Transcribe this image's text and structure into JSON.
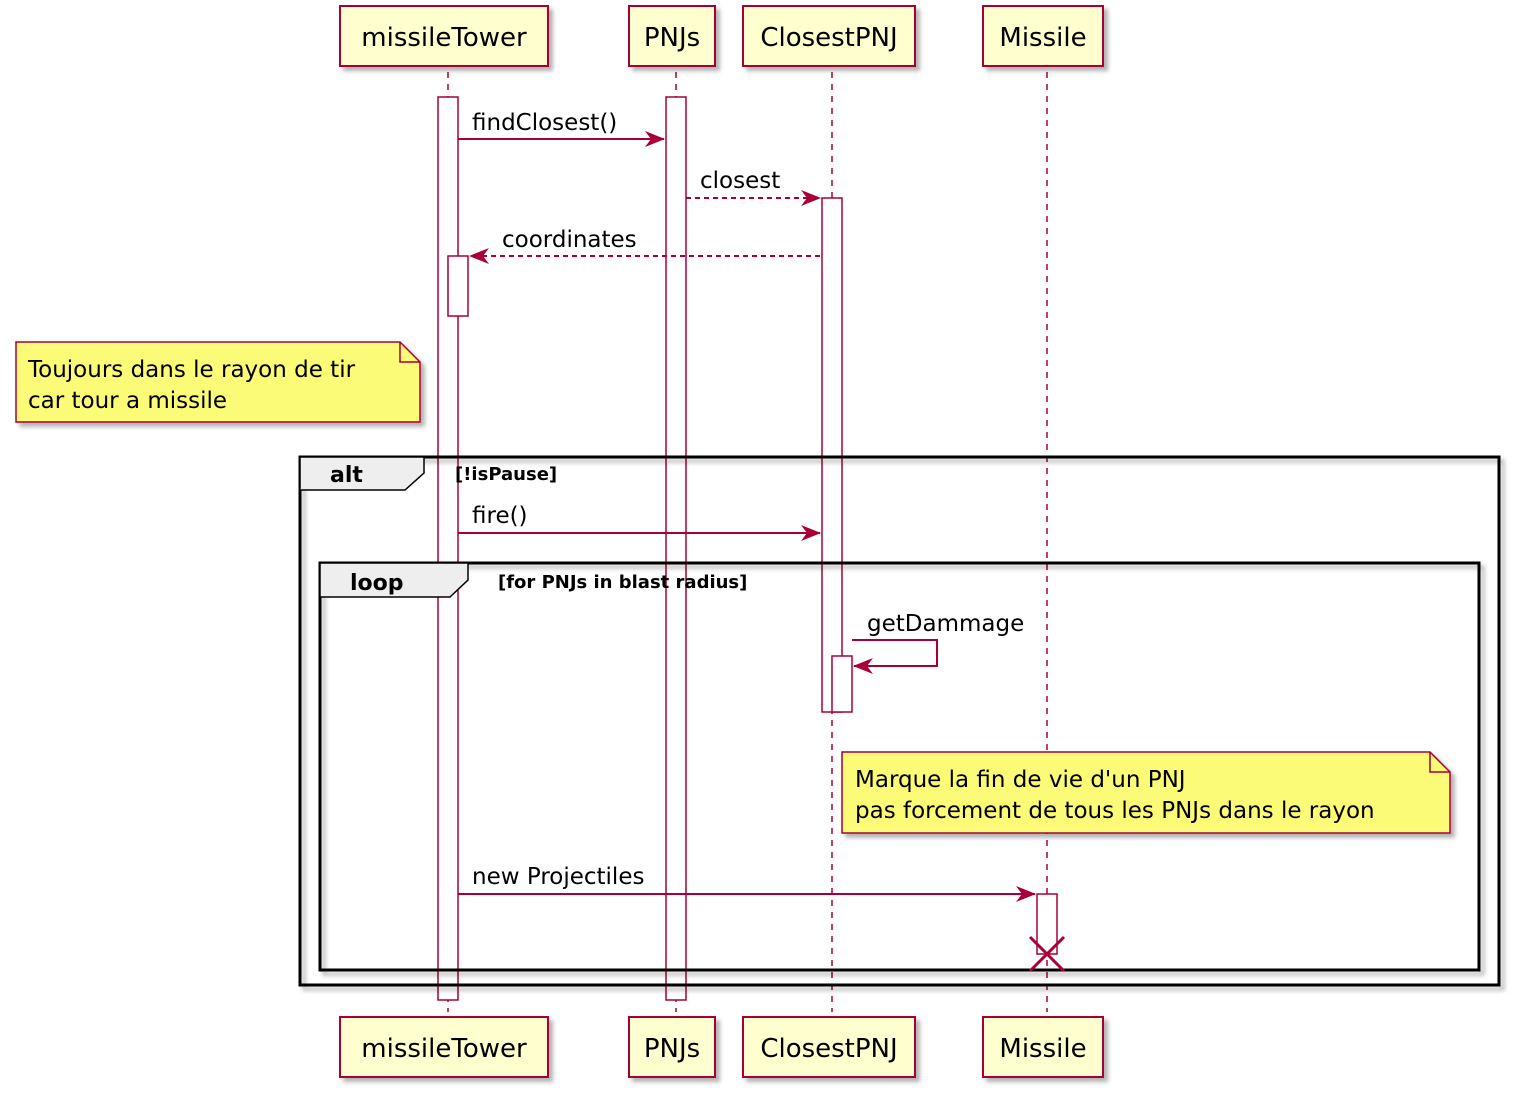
{
  "participants": {
    "missile_tower": "missileTower",
    "pnjs": "PNJs",
    "closest_pnj": "ClosestPNJ",
    "missile": "Missile"
  },
  "messages": {
    "find_closest": "findClosest()",
    "closest": "closest",
    "coordinates": "coordinates",
    "fire": "fire()",
    "get_dammage": "getDammage",
    "new_projectiles": "new Projectiles"
  },
  "notes": {
    "range_note": [
      "Toujours dans le rayon de tir",
      "car tour a missile"
    ],
    "death_note": [
      "Marque la fin de vie d'un PNJ",
      "pas forcement de tous les PNJs dans le rayon"
    ]
  },
  "fragments": {
    "alt": {
      "keyword": "alt",
      "condition": "[!isPause]"
    },
    "loop": {
      "keyword": "loop",
      "condition": "[for PNJs in blast radius]"
    }
  },
  "colors": {
    "line": "#A80036",
    "participant_fill": "#FEFECE",
    "note_fill": "#FBFB77",
    "fragment_header": "#EEEEEE"
  }
}
